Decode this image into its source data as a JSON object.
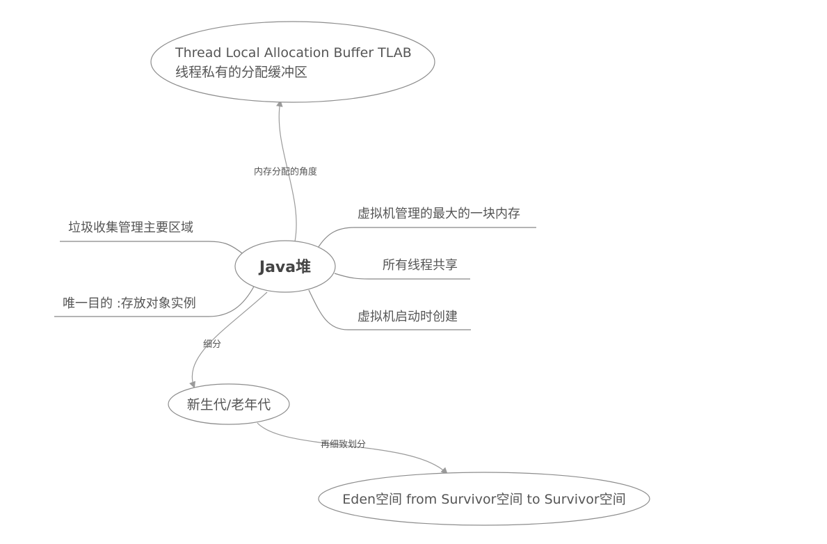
{
  "center": {
    "label": "Java堆"
  },
  "top_node": {
    "line1": "Thread Local Allocation Buffer TLAB",
    "line2": "线程私有的分配缓冲区",
    "edge_label": "内存分配的角度"
  },
  "left_items": [
    {
      "label": "垃圾收集管理主要区域"
    },
    {
      "label": "唯一目的 :存放对象实例"
    }
  ],
  "right_items": [
    {
      "label": "虚拟机管理的最大的一块内存"
    },
    {
      "label": "所有线程共享"
    },
    {
      "label": "虚拟机启动时创建"
    }
  ],
  "generation_node": {
    "label": "新生代/老年代",
    "edge_label": "细分"
  },
  "eden_node": {
    "label": "Eden空间 from Survivor空间 to Survivor空间",
    "edge_label": "再细致划分"
  },
  "colors": {
    "line": "#9a9a9a",
    "text": "#555555",
    "arrow": "#9a9a9a"
  }
}
